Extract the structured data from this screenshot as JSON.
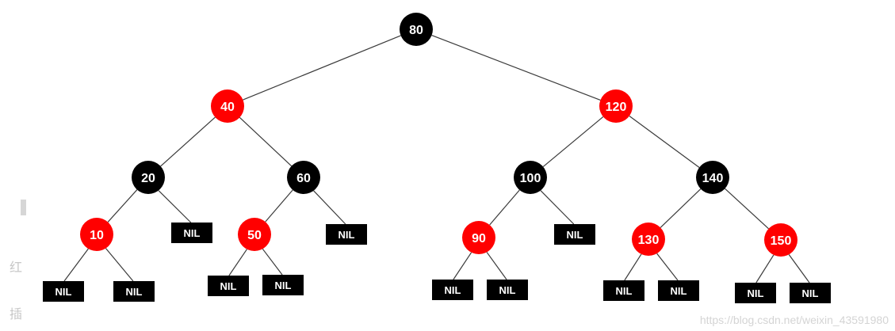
{
  "tree": {
    "colors": {
      "red": "#ff0000",
      "black": "#000000",
      "edge": "#3a3a3a",
      "text": "#ffffff"
    },
    "nodes": [
      {
        "id": "n80",
        "label": "80",
        "color": "black"
      },
      {
        "id": "n40",
        "label": "40",
        "color": "red"
      },
      {
        "id": "n120",
        "label": "120",
        "color": "red"
      },
      {
        "id": "n20",
        "label": "20",
        "color": "black"
      },
      {
        "id": "n60",
        "label": "60",
        "color": "black"
      },
      {
        "id": "n100",
        "label": "100",
        "color": "black"
      },
      {
        "id": "n140",
        "label": "140",
        "color": "black"
      },
      {
        "id": "n10",
        "label": "10",
        "color": "red"
      },
      {
        "id": "n50",
        "label": "50",
        "color": "red"
      },
      {
        "id": "n90",
        "label": "90",
        "color": "red"
      },
      {
        "id": "n130",
        "label": "130",
        "color": "red"
      },
      {
        "id": "n150",
        "label": "150",
        "color": "red"
      }
    ],
    "nil_label": "NIL",
    "edges": [
      [
        "n80",
        "n40"
      ],
      [
        "n80",
        "n120"
      ],
      [
        "n40",
        "n20"
      ],
      [
        "n40",
        "n60"
      ],
      [
        "n120",
        "n100"
      ],
      [
        "n120",
        "n140"
      ],
      [
        "n20",
        "n10"
      ],
      [
        "n20",
        "nil20r"
      ],
      [
        "n60",
        "n50"
      ],
      [
        "n60",
        "nil60r"
      ],
      [
        "n100",
        "n90"
      ],
      [
        "n100",
        "nil100r"
      ],
      [
        "n140",
        "n130"
      ],
      [
        "n140",
        "n150"
      ],
      [
        "n10",
        "nil10l"
      ],
      [
        "n10",
        "nil10r"
      ],
      [
        "n50",
        "nil50l"
      ],
      [
        "n50",
        "nil50r"
      ],
      [
        "n90",
        "nil90l"
      ],
      [
        "n90",
        "nil90r"
      ],
      [
        "n130",
        "nil130l"
      ],
      [
        "n130",
        "nil130r"
      ],
      [
        "n150",
        "nil150l"
      ],
      [
        "n150",
        "nil150r"
      ]
    ]
  },
  "side_text": {
    "char_1": "红",
    "char_2": "插"
  },
  "watermark": "https://blog.csdn.net/weixin_43591980"
}
